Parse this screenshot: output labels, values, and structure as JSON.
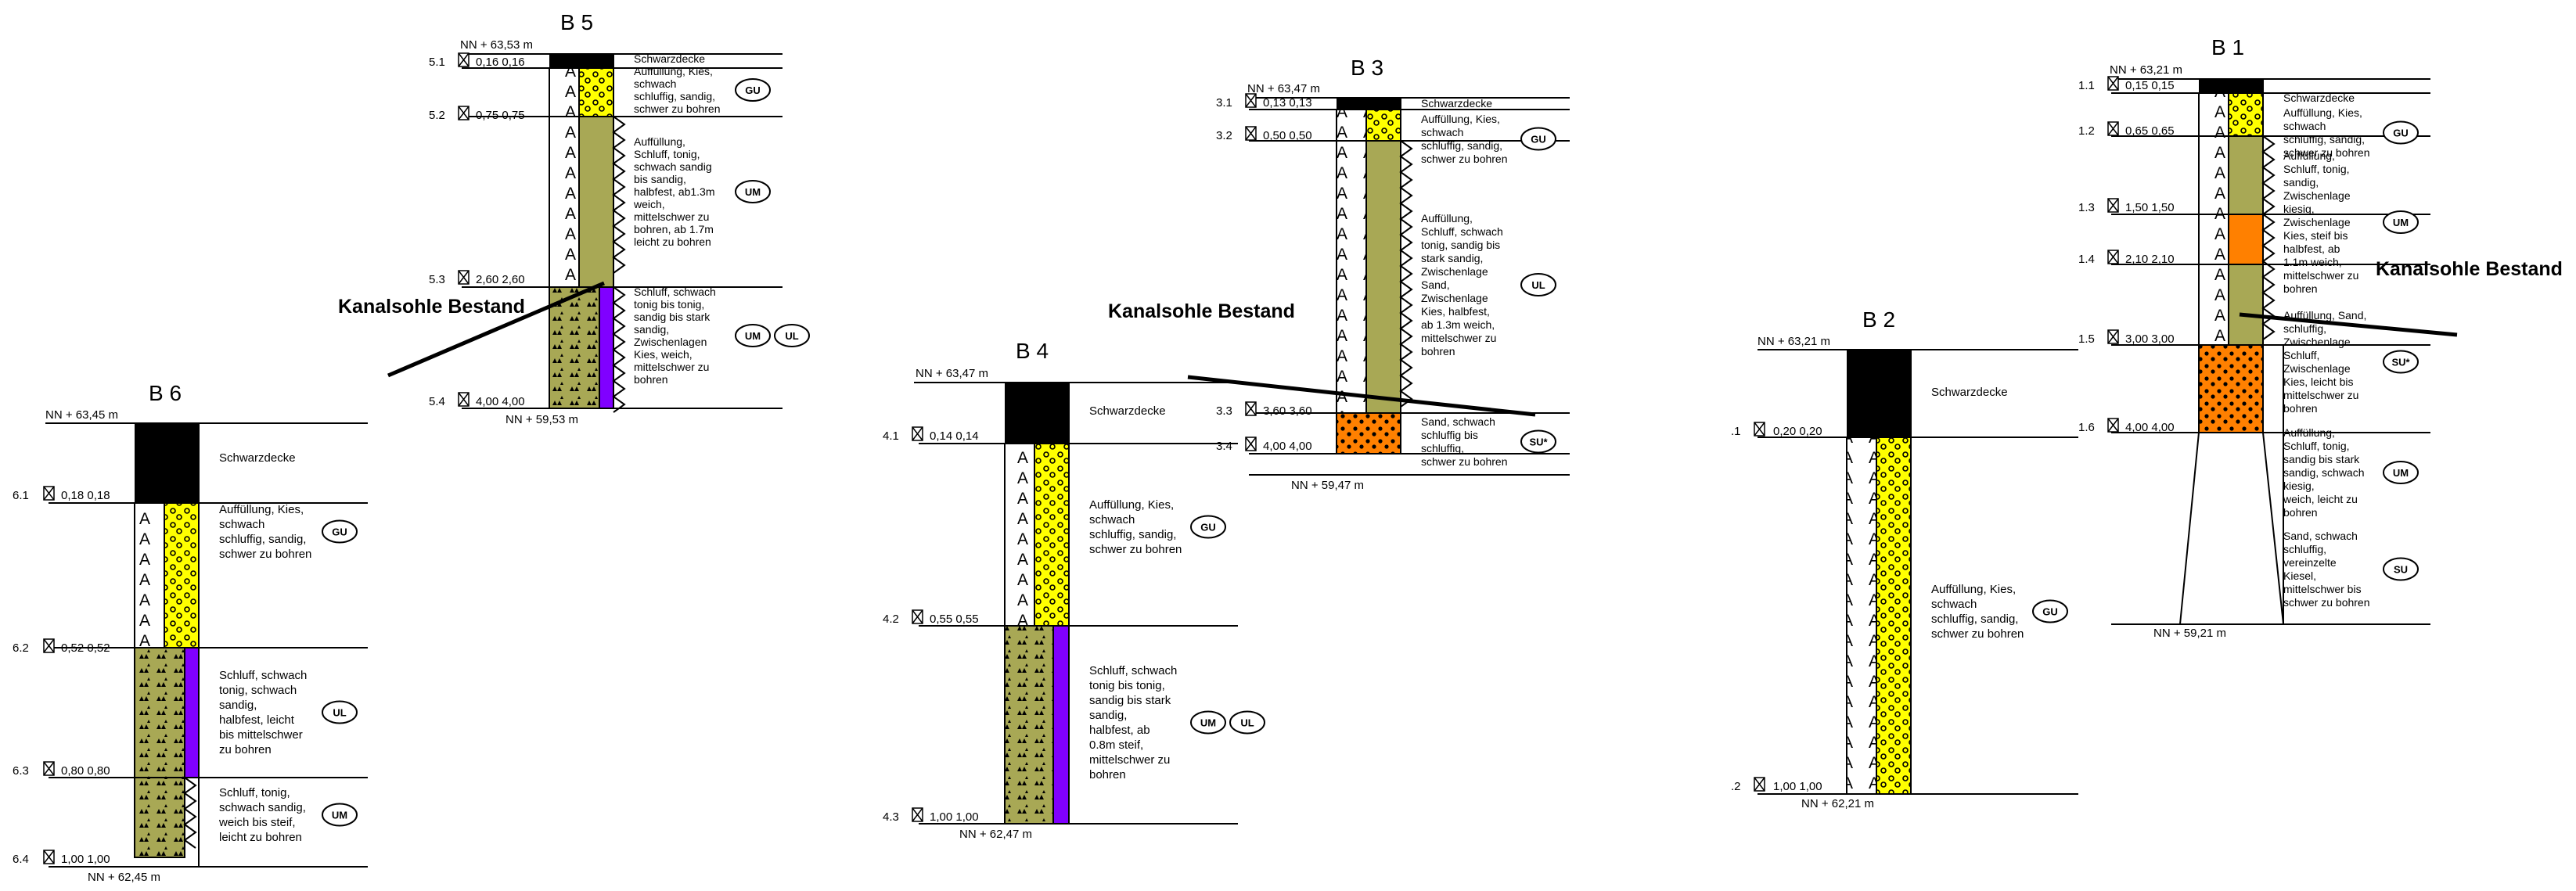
{
  "diagram": {
    "annotations": {
      "kanalsohle_b5": "Kanalsohle Bestand",
      "kanalsohle_b3": "Kanalsohle Bestand",
      "kanalsohle_b1": "Kanalsohle Bestand"
    },
    "boreholes": [
      {
        "id": "b6",
        "title": "B 6",
        "top_label": "NN + 63,45 m",
        "bottom_label": "NN + 62,45 m",
        "samples": [
          {
            "no": "6.1",
            "depth": "0,18 0,18"
          },
          {
            "no": "6.2",
            "depth": "0,52 0,52"
          },
          {
            "no": "6.3",
            "depth": "0,80 0,80"
          },
          {
            "no": "6.4",
            "depth": "1,00 1,00"
          }
        ],
        "layers": [
          {
            "lines": [
              "Schwarzdecke"
            ],
            "codes": []
          },
          {
            "lines": [
              "Auffüllung, Kies,",
              "schwach",
              "schluffig, sandig,",
              "schwer zu bohren"
            ],
            "codes": [
              "GU"
            ]
          },
          {
            "lines": [
              "Schluff, schwach",
              "tonig, schwach",
              "sandig,",
              "halbfest, leicht",
              "bis mittelschwer",
              "zu bohren"
            ],
            "codes": [
              "UL"
            ]
          },
          {
            "lines": [
              "Schluff, tonig,",
              "schwach sandig,",
              "weich bis steif,",
              "leicht zu bohren"
            ],
            "codes": [
              "UM"
            ]
          }
        ]
      },
      {
        "id": "b5",
        "title": "B 5",
        "top_label": "NN + 63,53 m",
        "bottom_label": "NN + 59,53 m",
        "samples": [
          {
            "no": "5.1",
            "depth": "0,16 0,16"
          },
          {
            "no": "5.2",
            "depth": "0,75 0,75"
          },
          {
            "no": "5.3",
            "depth": "2,60 2,60"
          },
          {
            "no": "5.4",
            "depth": "4,00 4,00"
          }
        ],
        "layers": [
          {
            "lines": [
              "Schwarzdecke"
            ],
            "codes": []
          },
          {
            "lines": [
              "Auffüllung, Kies,",
              "schwach",
              "schluffig, sandig,",
              "schwer zu bohren"
            ],
            "codes": [
              "GU"
            ]
          },
          {
            "lines": [
              "Auffüllung,",
              "Schluff, tonig,",
              "schwach sandig",
              "bis sandig,",
              "halbfest, ab1.3m",
              "weich,",
              "mittelschwer zu",
              "bohren, ab 1.7m",
              "leicht zu bohren"
            ],
            "codes": [
              "UM"
            ]
          },
          {
            "lines": [
              "Schluff, schwach",
              "tonig bis tonig,",
              "sandig bis stark",
              "sandig,",
              "Zwischenlagen",
              "Kies, weich,",
              "mittelschwer zu",
              "bohren"
            ],
            "codes": [
              "UM",
              "UL"
            ]
          }
        ]
      },
      {
        "id": "b4",
        "title": "B 4",
        "top_label": "NN + 63,47 m",
        "bottom_label": "NN + 62,47 m",
        "samples": [
          {
            "no": "4.1",
            "depth": "0,14 0,14"
          },
          {
            "no": "4.2",
            "depth": "0,55 0,55"
          },
          {
            "no": "4.3",
            "depth": "1,00 1,00"
          }
        ],
        "layers": [
          {
            "lines": [
              "Schwarzdecke"
            ],
            "codes": []
          },
          {
            "lines": [
              "Auffüllung, Kies,",
              "schwach",
              "schluffig, sandig,",
              "schwer zu bohren"
            ],
            "codes": [
              "GU"
            ]
          },
          {
            "lines": [
              "Schluff, schwach",
              "tonig bis tonig,",
              "sandig bis stark",
              "sandig,",
              "halbfest, ab",
              "0.8m steif,",
              "mittelschwer zu",
              "bohren"
            ],
            "codes": [
              "UM",
              "UL"
            ]
          }
        ]
      },
      {
        "id": "b3",
        "title": "B 3",
        "top_label": "NN + 63,47 m",
        "bottom_label": "NN + 59,47 m",
        "samples": [
          {
            "no": "3.1",
            "depth": "0,13 0,13"
          },
          {
            "no": "3.2",
            "depth": "0,50 0,50"
          },
          {
            "no": "3.3",
            "depth": "3,60 3,60"
          },
          {
            "no": "3.4",
            "depth": "4,00 4,00"
          }
        ],
        "layers": [
          {
            "lines": [
              "Schwarzdecke"
            ],
            "codes": []
          },
          {
            "lines": [
              "Auffüllung, Kies,",
              "schwach",
              "schluffig, sandig,",
              "schwer zu bohren"
            ],
            "codes": [
              "GU"
            ]
          },
          {
            "lines": [
              "Auffüllung,",
              "Schluff, schwach",
              "tonig, sandig bis",
              "stark sandig,",
              "Zwischenlage",
              "Sand,",
              "Zwischenlage",
              "Kies, halbfest,",
              "ab 1.3m weich,",
              "mittelschwer zu",
              "bohren"
            ],
            "codes": [
              "UL"
            ]
          },
          {
            "lines": [
              "Sand, schwach",
              "schluffig bis",
              "schluffig,",
              "schwer zu bohren"
            ],
            "codes": [
              "SU*"
            ]
          }
        ]
      },
      {
        "id": "b2",
        "title": "B 2",
        "top_label": "NN + 63,21 m",
        "bottom_label": "NN + 62,21 m",
        "samples": [
          {
            "no": ".1",
            "depth": "0,20 0,20"
          },
          {
            "no": ".2",
            "depth": "1,00 1,00"
          }
        ],
        "layers": [
          {
            "lines": [
              "Schwarzdecke"
            ],
            "codes": []
          },
          {
            "lines": [
              "Auffüllung, Kies,",
              "schwach",
              "schluffig, sandig,",
              "schwer zu bohren"
            ],
            "codes": [
              "GU"
            ]
          }
        ]
      },
      {
        "id": "b1",
        "title": "B 1",
        "top_label": "NN + 63,21 m",
        "bottom_label": "NN + 59,21 m",
        "samples": [
          {
            "no": "1.1",
            "depth": "0,15 0,15"
          },
          {
            "no": "1.2",
            "depth": "0,65 0,65"
          },
          {
            "no": "1.3",
            "depth": "1,50 1,50"
          },
          {
            "no": "1.4",
            "depth": "2,10 2,10"
          },
          {
            "no": "1.5",
            "depth": "3,00 3,00"
          },
          {
            "no": "1.6",
            "depth": "4,00 4,00"
          }
        ],
        "layers": [
          {
            "lines": [
              "Schwarzdecke"
            ],
            "codes": []
          },
          {
            "lines": [
              "Auffüllung, Kies,",
              "schwach",
              "schluffig, sandig,",
              "schwer zu bohren"
            ],
            "codes": [
              "GU"
            ]
          },
          {
            "lines": [
              "Auffüllung,",
              "Schluff, tonig,",
              "sandig,",
              "Zwischenlage",
              "kiesig,",
              "Zwischenlage",
              "Kies, steif bis",
              "halbfest, ab",
              "1.1m weich,",
              "mittelschwer zu",
              "bohren"
            ],
            "codes": [
              "UM"
            ]
          },
          {
            "lines": [
              "Auffüllung, Sand,",
              "schluffig,",
              "Zwischenlage",
              "Schluff,",
              "Zwischenlage",
              "Kies, leicht bis",
              "mittelschwer zu",
              "bohren"
            ],
            "codes": [
              "SU*"
            ]
          },
          {
            "lines": [
              "Auffüllung,",
              "Schluff, tonig,",
              "sandig bis stark",
              "sandig, schwach",
              "kiesig,",
              "weich, leicht zu",
              "bohren"
            ],
            "codes": [
              "UM"
            ]
          },
          {
            "lines": [
              "Sand, schwach",
              "schluffig,",
              "vereinzelte",
              "Kiesel,",
              "mittelschwer bis",
              "schwer zu bohren"
            ],
            "codes": [
              "SU"
            ]
          }
        ]
      }
    ]
  }
}
